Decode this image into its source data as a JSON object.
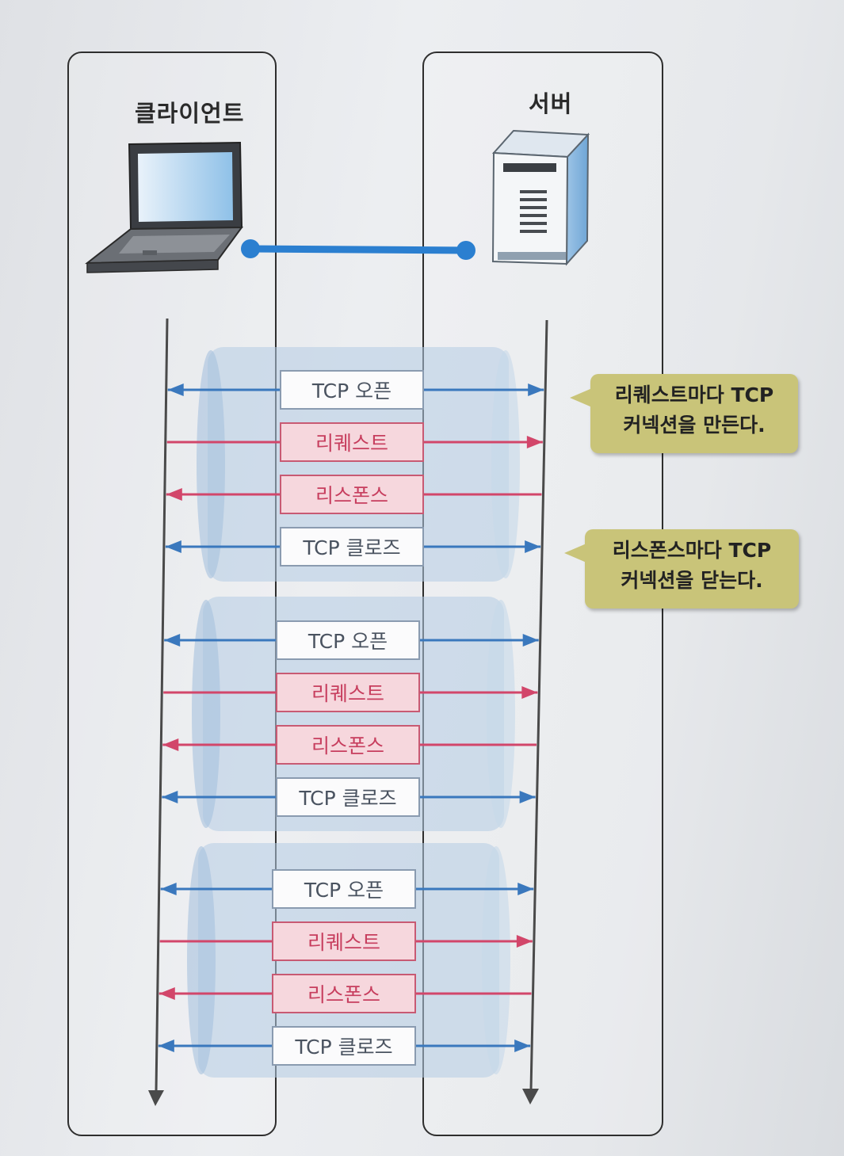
{
  "lanes": {
    "client": "클라이언트",
    "server": "서버"
  },
  "icons": {
    "client": "laptop-icon",
    "server": "server-tower-icon"
  },
  "groups": [
    {
      "messages": [
        {
          "label": "TCP 오픈",
          "kind": "tcp",
          "direction": "both"
        },
        {
          "label": "리퀘스트",
          "kind": "request",
          "direction": "to-server"
        },
        {
          "label": "리스폰스",
          "kind": "response",
          "direction": "to-client"
        },
        {
          "label": "TCP 클로즈",
          "kind": "tcp",
          "direction": "both"
        }
      ]
    },
    {
      "messages": [
        {
          "label": "TCP 오픈",
          "kind": "tcp",
          "direction": "both"
        },
        {
          "label": "리퀘스트",
          "kind": "request",
          "direction": "to-server"
        },
        {
          "label": "리스폰스",
          "kind": "response",
          "direction": "to-client"
        },
        {
          "label": "TCP 클로즈",
          "kind": "tcp",
          "direction": "both"
        }
      ]
    },
    {
      "messages": [
        {
          "label": "TCP 오픈",
          "kind": "tcp",
          "direction": "both"
        },
        {
          "label": "리퀘스트",
          "kind": "request",
          "direction": "to-server"
        },
        {
          "label": "리스폰스",
          "kind": "response",
          "direction": "to-client"
        },
        {
          "label": "TCP 클로즈",
          "kind": "tcp",
          "direction": "both"
        }
      ]
    }
  ],
  "callouts": {
    "open": {
      "line1": "리퀘스트마다 TCP",
      "line2": "커넥션을 만든다."
    },
    "close": {
      "line1": "리스폰스마다 TCP",
      "line2": "커넥션을 닫는다."
    }
  },
  "colors": {
    "tcp_arrow": "#3a78bd",
    "request_arrow": "#d2466a",
    "connection_line": "#2b7fd0",
    "group_band": "#b4cce3",
    "callout": "#c9c479"
  }
}
